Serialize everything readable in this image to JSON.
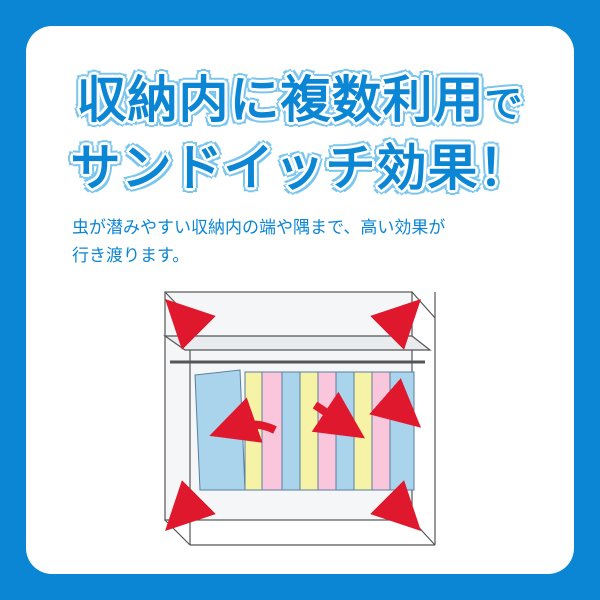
{
  "headline": {
    "line1_main": "収納内に複数利用",
    "line1_suffix": "で",
    "line2": "サンドイッチ効果！"
  },
  "description": {
    "line1": "虫が潜みやすい収納内の端や隅まで、高い効果が",
    "line2": "行き渡ります。"
  },
  "colors": {
    "brand_blue": "#0a86d4",
    "arrow_red": "#e0182d"
  }
}
